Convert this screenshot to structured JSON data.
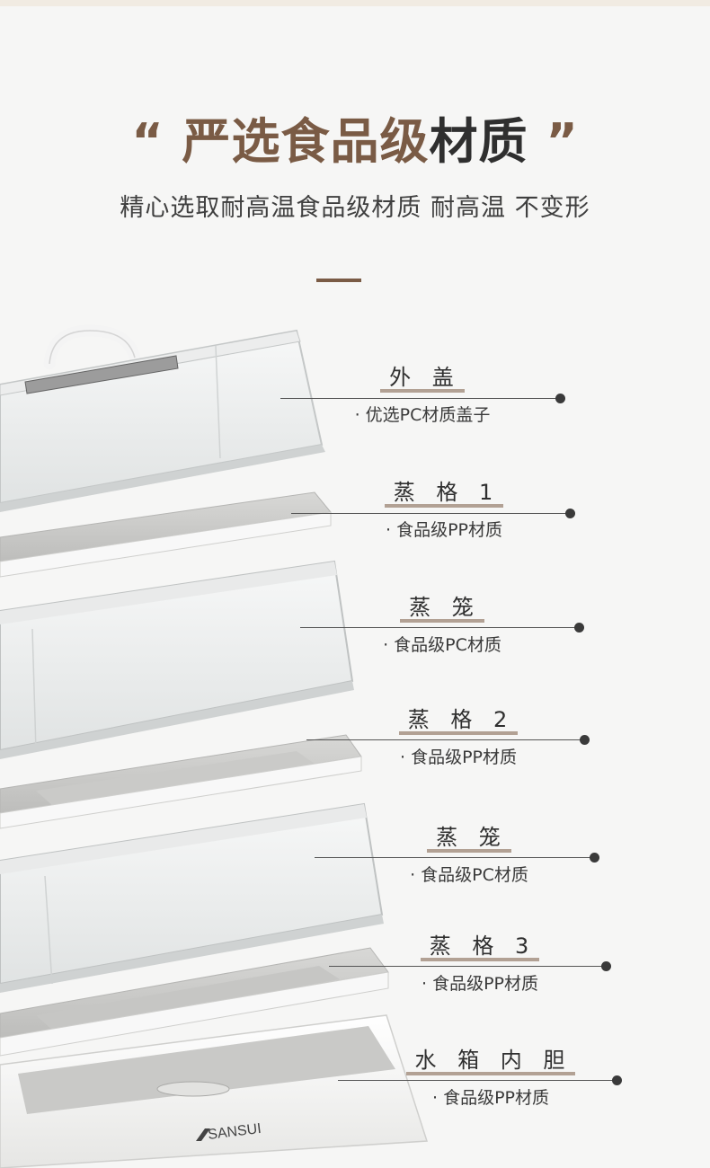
{
  "header": {
    "quote_open": "“",
    "title_highlight": "严选食品级",
    "title_rest": "材质",
    "quote_close": "”",
    "subtitle": "精心选取耐高温食品级材质  耐高温  不变形"
  },
  "brand": "SANSUI",
  "parts": [
    {
      "name": "外 盖",
      "desc": "· 优选PC材质盖子"
    },
    {
      "name": "蒸 格 1",
      "desc": "· 食品级PP材质"
    },
    {
      "name": "蒸 笼",
      "desc": "· 食品级PC材质"
    },
    {
      "name": "蒸 格 2",
      "desc": "· 食品级PP材质"
    },
    {
      "name": "蒸 笼",
      "desc": "· 食品级PC材质"
    },
    {
      "name": "蒸 格 3",
      "desc": "· 食品级PP材质"
    },
    {
      "name": "水 箱 内 胆",
      "desc": "· 食品级PP材质"
    }
  ],
  "colors": {
    "accent": "#7a5b45",
    "text": "#2f2f2f",
    "background": "#f6f6f5"
  }
}
